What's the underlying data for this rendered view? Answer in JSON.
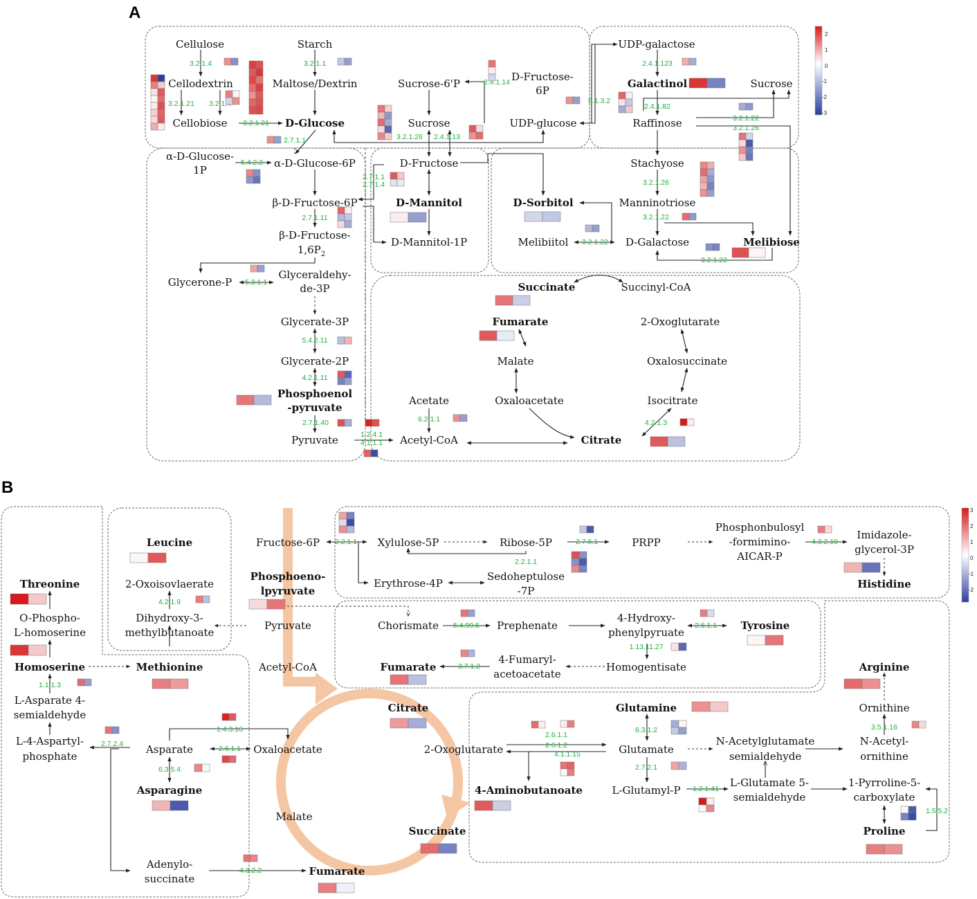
{
  "panels": {
    "a": "A",
    "b": "B"
  },
  "palette": {
    "red": "#d7191c",
    "white": "#ffffff",
    "blue": "#2c3ea0",
    "tca_ring": "#f5c6a3",
    "enzyme_green": "#1fae3c"
  },
  "legend_a": {
    "ticks": [
      "2",
      "1",
      "0",
      "-1",
      "-2",
      "-3"
    ]
  },
  "legend_b": {
    "ticks": [
      "3",
      "2",
      "1",
      "0",
      "-1",
      "-2"
    ]
  },
  "metabolites_a": {
    "cellulose": "Cellulose",
    "starch": "Starch",
    "cellodextrin": "Cellodextrin",
    "maltose": "Maltose/Dextrin",
    "sucrose6p": "Sucrose-6'P",
    "dfructose6p_1": "D-Fructose-",
    "dfructose6p_2": "6P",
    "udpgal": "UDP-galactose",
    "galactinol": "Galactinol",
    "sucrose_r": "Sucrose",
    "cellobiose": "Cellobiose",
    "dglucose": "D-Glucose",
    "sucrose": "Sucrose",
    "udpglc": "UDP-glucose",
    "raffinose": "Raffinose",
    "adglc1p_1": "α-D-Glucose-",
    "adglc1p_2": "1P",
    "adglc6p": "α-D-Glucose-6P",
    "dfructose": "D-Fructose",
    "stachyose": "Stachyose",
    "bdfru6p": "β-D-Fructose-6P",
    "dmannitol": "D-Mannitol",
    "dsorbitol": "D-Sorbitol",
    "manninotriose": "Manninotriose",
    "bdfru16p_1": "β-D-Fructose-",
    "bdfru16p_2": "1,6P",
    "bdfru16p_sub": "2",
    "dmannitol1p": "D-Mannitol-1P",
    "melibiitol": "Melibiitol",
    "dgalactose": "D-Galactose",
    "melibiose": "Melibiose",
    "glycerone": "Glycerone-P",
    "g3p_1": "Glyceraldehy-",
    "g3p_2": "de-3P",
    "succinate": "Succinate",
    "succinylcoa": "Succinyl-CoA",
    "glycerate3p": "Glycerate-3P",
    "fumarate": "Fumarate",
    "oxoglutarate": "2-Oxoglutarate",
    "glycerate2p": "Glycerate-2P",
    "malate": "Malate",
    "oxalosuccinate": "Oxalosuccinate",
    "pep_1": "Phosphoenol",
    "pep_2": "-pyruvate",
    "acetate": "Acetate",
    "oxaloacetate": "Oxaloacetate",
    "isocitrate": "Isocitrate",
    "pyruvate": "Pyruvate",
    "acetylcoa": "Acetyl-CoA",
    "citrate": "Citrate"
  },
  "enzymes_a": {
    "e1": "3.2.1.4",
    "e2": "3.2.1.1",
    "e3": "2.4.1.14",
    "e4": "2.4.1.123",
    "e5": "3.2.1.21",
    "e6": "3.2.1.4",
    "e7": "3.2.1.21",
    "e8": "5.1.3.2",
    "e9": "2.4.1.82",
    "e10": "3.2.1.26",
    "e11": "2.4.1.13",
    "e12": "3.2.1.22",
    "e13": "3.2.1.26",
    "e14": "2.7.1.1",
    "e15": "5.4.2.2",
    "e16": "2.7.1.1",
    "e17": "2.7.1.4",
    "e18": "3.2.1.26",
    "e19": "2.7.1.11",
    "e20": "3.2.1.22",
    "e21": "3.2.1.22",
    "e22": "3.2.1.22",
    "e23": "5.3.1.1",
    "e24": "5.4.2.11",
    "e25": "4.2.1.11",
    "e26": "6.2.1.1",
    "e27": "4.2.1.3",
    "e28": "2.7.1.40",
    "e29": "1.2.4.1",
    "e30": "4.1.1.1"
  },
  "metabolites_b": {
    "fructose6p": "Fructose-6P",
    "xylulose5p": "Xylulose-5P",
    "ribose5p": "Ribose-5P",
    "prpp": "PRPP",
    "phosph_1": "Phosphonbulosyl",
    "phosph_2": "-formimino-",
    "phosph_3": "AICAR-P",
    "imid_1": "Imidazole-",
    "imid_2": "glycerol-3P",
    "leucine": "Leucine",
    "threonine": "Threonine",
    "pep_1": "Phosphoeno-",
    "pep_2": "lpyruvate",
    "erythrose4p": "Erythrose-4P",
    "sedo_1": "Sedoheptulose",
    "sedo_2": "-7P",
    "histidine": "Histidine",
    "oxoiso": "2-Oxoisovlaerate",
    "ophos_1": "O-Phospho-",
    "ophos_2": "L-homoserine",
    "dihy_1": "Dihydroxy-3-",
    "dihy_2": "methylbutanoate",
    "pyruvate": "Pyruvate",
    "chorismate": "Chorismate",
    "prephenate": "Prephenate",
    "hppyr_1": "4-Hydroxy-",
    "hppyr_2": "phenylpyruate",
    "tyrosine": "Tyrosine",
    "homoserine": "Homoserine",
    "methionine": "Methionine",
    "acetylcoa": "Acetyl-CoA",
    "fumarate_t": "Fumarate",
    "fumaryl_1": "4-Fumaryl-",
    "fumaryl_2": "acetoacetate",
    "homogentisate": "Homogentisate",
    "arginine": "Arginine",
    "lasp_1": "L-Asparate 4-",
    "lasp_2": "semialdehyde",
    "citrate": "Citrate",
    "glutamine": "Glutamine",
    "ornithine": "Ornithine",
    "l4asp_1": "L-4-Aspartyl-",
    "l4asp_2": "phosphate",
    "nag_1": "N-Acetylglutamate",
    "nag_2": "semialdehyde",
    "naorn_1": "N-Acetyl-",
    "naorn_2": "ornithine",
    "asparate": "Asparate",
    "oxaloacetate": "Oxaloacetate",
    "oxoglutarate": "2-Oxoglutarate",
    "glutamate": "Glutamate",
    "asparagine": "Asparagine",
    "aminobut": "4-Aminobutanoate",
    "lglutp": "L-Glutamyl-P",
    "lglu5_1": "L-Glutamate 5-",
    "lglu5_2": "semialdehyde",
    "p5c_1": "1-Pyrroline-5-",
    "p5c_2": "carboxylate",
    "malate": "Malate",
    "succinate": "Succinate",
    "proline": "Proline",
    "adeno_1": "Adenylo-",
    "adeno_2": "succinate",
    "fumarate": "Fumarate"
  },
  "enzymes_b": {
    "e1": "2.2.1.1",
    "e2": "2.7.6.1",
    "e3": "4.3.2.10",
    "e4": "2.2.1.1",
    "e5": "4.2.1.9",
    "e6": "5.4.99.5",
    "e7": "2.6.1.1",
    "e8": "1.13.11.27",
    "e9": "3.7.1.2",
    "e10": "1.1.1.3",
    "e11": "1.4.3.16",
    "e12": "6.3.1.2",
    "e13": "3.5.1.16",
    "e14": "2.7.2.4",
    "e15": "2.6.1.1",
    "e16": "2.6.1.1",
    "e17": "2.6.1.2",
    "e18": "4.1.1.15",
    "e19": "6.3.5.4",
    "e20": "2.7.2.1",
    "e21": "1.2.1.41",
    "e22": "1.5.5.2",
    "e23": "4.3.2.2"
  },
  "heatmap_cells": {
    "note": "cell values on diverging scale (red positive, blue negative)",
    "a": [
      {
        "id": "h1",
        "grid": [
          [
            1.2,
            -1.6
          ]
        ]
      },
      {
        "id": "h2",
        "grid": [
          [
            -0.8,
            -1.4
          ]
        ]
      },
      {
        "id": "h3",
        "grid": [
          [
            1.5
          ],
          [
            0.2
          ],
          [
            -0.6
          ]
        ]
      },
      {
        "id": "h4",
        "grid": [
          [
            2.2,
            -2.8
          ],
          [
            1.4,
            0.6
          ],
          [
            0.3,
            1.8
          ],
          [
            0.1,
            1.6
          ],
          [
            0.2,
            1.9
          ],
          [
            0.5,
            1.7
          ],
          [
            0.4,
            1.8
          ],
          [
            0.9,
            0.2
          ]
        ]
      },
      {
        "id": "h5",
        "grid": [
          [
            2.1,
            1.9
          ],
          [
            1.8,
            2.2
          ],
          [
            2.0,
            1.5
          ],
          [
            1.6,
            2.1
          ],
          [
            1.2,
            1.8
          ],
          [
            1.7,
            1.9
          ],
          [
            1.9,
            2.0
          ]
        ]
      },
      {
        "id": "h6",
        "grid": [
          [
            0.9,
            -1.2
          ]
        ]
      },
      {
        "id": "h7",
        "grid": [
          [
            1.4,
            0.1
          ],
          [
            -0.6,
            1.2
          ]
        ]
      },
      {
        "id": "h8",
        "grid": [
          [
            2.2,
            -1.8
          ]
        ]
      },
      {
        "id": "h9",
        "grid": [
          [
            1.0,
            0.0
          ]
        ]
      },
      {
        "id": "h10",
        "grid": [
          [
            1.6,
            0.1
          ]
        ]
      },
      {
        "id": "h11",
        "grid": [
          [
            1.2,
            -1.4
          ]
        ]
      },
      {
        "id": "h12",
        "grid": [
          [
            1.5,
            0.5
          ],
          [
            0.8,
            -1.5
          ],
          [
            1.6,
            -1.2
          ],
          [
            0.4,
            -2.2
          ],
          [
            1.3,
            0.6
          ]
        ]
      },
      {
        "id": "h13",
        "grid": [
          [
            1.8,
            0.4
          ],
          [
            1.2,
            1.6
          ]
        ]
      },
      {
        "id": "h14",
        "grid": [
          [
            1.7,
            0.2
          ],
          [
            0.3,
            -0.8
          ],
          [
            -1.2,
            0.6
          ]
        ]
      },
      {
        "id": "h15",
        "grid": [
          [
            -1.2,
            -1.5
          ]
        ]
      },
      {
        "id": "h16",
        "grid": [
          [
            1.5,
            -0.6
          ],
          [
            0.4,
            -2.4
          ],
          [
            1.2,
            -1.8
          ],
          [
            0.6,
            -2.0
          ]
        ]
      },
      {
        "id": "h17",
        "grid": [
          [
            1.2,
            -1.4
          ]
        ]
      },
      {
        "id": "h18",
        "grid": [
          [
            1.3,
            -1.6
          ],
          [
            -1.5,
            -2.0
          ]
        ]
      },
      {
        "id": "h19",
        "grid": [
          [
            1.8,
            0.6
          ],
          [
            -0.4,
            -0.3
          ]
        ]
      },
      {
        "id": "h20",
        "grid": [
          [
            1.3,
            0.9
          ],
          [
            1.6,
            -1.2
          ],
          [
            1.0,
            -1.5
          ],
          [
            0.8,
            -1.8
          ],
          [
            1.2,
            -1.4
          ]
        ]
      },
      {
        "id": "h21",
        "grid": [
          [
            0.2,
            -1.4
          ]
        ]
      },
      {
        "id": "h22",
        "grid": [
          [
            -0.6,
            -0.8
          ]
        ]
      },
      {
        "id": "h23",
        "grid": [
          [
            1.6,
            -1.5
          ]
        ]
      },
      {
        "id": "h24",
        "grid": [
          [
            1.7,
            0.2
          ],
          [
            -1.0,
            -0.8
          ],
          [
            0.4,
            -1.2
          ]
        ]
      },
      {
        "id": "h25",
        "grid": [
          [
            -1.0,
            -1.4
          ]
        ]
      },
      {
        "id": "h26",
        "grid": [
          [
            -1.6,
            -1.8
          ]
        ]
      },
      {
        "id": "h27",
        "grid": [
          [
            1.9,
            0.1
          ]
        ]
      },
      {
        "id": "h28",
        "grid": [
          [
            1.0,
            -1.4
          ]
        ]
      },
      {
        "id": "h29",
        "grid": [
          [
            1.5,
            -0.7
          ]
        ]
      },
      {
        "id": "h30",
        "grid": [
          [
            1.8,
            -0.3
          ]
        ]
      },
      {
        "id": "h31",
        "grid": [
          [
            1.6,
            -0.9
          ]
        ]
      },
      {
        "id": "h32",
        "grid": [
          [
            1.2,
            -1.0
          ]
        ]
      },
      {
        "id": "h33",
        "grid": [
          [
            -0.9,
            0.8
          ]
        ]
      },
      {
        "id": "h34",
        "grid": [
          [
            1.8,
            -2.2
          ],
          [
            -1.8,
            -1.4
          ]
        ]
      },
      {
        "id": "h35",
        "grid": [
          [
            1.5,
            -1.0
          ]
        ]
      },
      {
        "id": "h36",
        "grid": [
          [
            1.2,
            -1.4
          ]
        ]
      },
      {
        "id": "h37",
        "grid": [
          [
            1.9,
            -1.2
          ]
        ]
      },
      {
        "id": "h38",
        "grid": [
          [
            2.4,
            1.9
          ]
        ]
      },
      {
        "id": "h39",
        "grid": [
          [
            1.7,
            -2.6
          ]
        ]
      },
      {
        "id": "h40",
        "grid": [
          [
            2.5,
            0.2
          ]
        ]
      },
      {
        "id": "h41",
        "grid": [
          [
            1.8,
            -0.9
          ]
        ]
      }
    ],
    "b": [
      {
        "id": "k1",
        "grid": [
          [
            1.0,
            -1.8
          ],
          [
            -0.5,
            -2.6
          ],
          [
            1.2,
            -1.0
          ]
        ]
      },
      {
        "id": "k2",
        "grid": [
          [
            -0.8,
            -2.4
          ]
        ]
      },
      {
        "id": "k3",
        "grid": [
          [
            1.4,
            0.4
          ]
        ]
      },
      {
        "id": "k4",
        "grid": [
          [
            0.1,
            1.8
          ]
        ]
      },
      {
        "id": "k5",
        "grid": [
          [
            2.5,
            0.6
          ]
        ]
      },
      {
        "id": "k6",
        "grid": [
          [
            0.8,
            -2.0
          ]
        ]
      },
      {
        "id": "k7",
        "grid": [
          [
            1.9,
            -1.6
          ],
          [
            -1.6,
            -2.4
          ],
          [
            1.3,
            -1.8
          ]
        ]
      },
      {
        "id": "k8",
        "grid": [
          [
            1.4,
            -0.9
          ]
        ]
      },
      {
        "id": "k9",
        "grid": [
          [
            -0.9,
            1.7
          ]
        ]
      },
      {
        "id": "k10",
        "grid": [
          [
            0.4,
            1.5
          ]
        ]
      },
      {
        "id": "k11",
        "grid": [
          [
            1.5,
            -1.4
          ]
        ]
      },
      {
        "id": "k12",
        "grid": [
          [
            1.4,
            -0.5
          ]
        ]
      },
      {
        "id": "k13",
        "grid": [
          [
            0.1,
            1.5
          ]
        ]
      },
      {
        "id": "k14",
        "grid": [
          [
            0.3,
            -2.2
          ]
        ]
      },
      {
        "id": "k15",
        "grid": [
          [
            1.3,
            -1.1
          ]
        ]
      },
      {
        "id": "k16",
        "grid": [
          [
            2.2,
            0.6
          ]
        ]
      },
      {
        "id": "k17",
        "grid": [
          [
            1.5,
            -0.9
          ]
        ]
      },
      {
        "id": "k18",
        "grid": [
          [
            1.4,
            1.1
          ]
        ]
      },
      {
        "id": "k19",
        "grid": [
          [
            -1.8,
            -0.4
          ]
        ]
      },
      {
        "id": "k20",
        "grid": [
          [
            1.6,
            1.2
          ]
        ]
      },
      {
        "id": "k21",
        "grid": [
          [
            1.6,
            -1.4
          ]
        ]
      },
      {
        "id": "k22",
        "grid": [
          [
            0.8,
            1.4
          ]
        ]
      },
      {
        "id": "k23",
        "grid": [
          [
            1.1,
            -1.2
          ]
        ]
      },
      {
        "id": "k24",
        "grid": [
          [
            1.2,
            0.6
          ]
        ]
      },
      {
        "id": "k25",
        "grid": [
          [
            -1.2,
            0.1
          ],
          [
            -0.8,
            -1.4
          ]
        ]
      },
      {
        "id": "k26",
        "grid": [
          [
            1.3,
            0.4
          ]
        ]
      },
      {
        "id": "k27",
        "grid": [
          [
            1.6,
            0.2
          ]
        ]
      },
      {
        "id": "k28",
        "grid": [
          [
            0.2,
            1.4
          ]
        ]
      },
      {
        "id": "k29",
        "grid": [
          [
            1.5,
            -1.6
          ]
        ]
      },
      {
        "id": "k30",
        "grid": [
          [
            2.4,
            1.8
          ]
        ]
      },
      {
        "id": "k31",
        "grid": [
          [
            2.0,
            1.6
          ]
        ]
      },
      {
        "id": "k32",
        "grid": [
          [
            1.3,
            0.1
          ]
        ]
      },
      {
        "id": "k33",
        "grid": [
          [
            1.5,
            1.7
          ],
          [
            0.1,
            1.4
          ]
        ]
      },
      {
        "id": "k34",
        "grid": [
          [
            1.0,
            -1.1
          ]
        ]
      },
      {
        "id": "k35",
        "grid": [
          [
            0.8,
            -2.4
          ]
        ]
      },
      {
        "id": "k36",
        "grid": [
          [
            1.8,
            -0.7
          ]
        ]
      },
      {
        "id": "k37",
        "grid": [
          [
            1.3,
            1.1
          ]
        ]
      },
      {
        "id": "k38",
        "grid": [
          [
            2.6,
            0.2
          ],
          [
            0.1,
            1.3
          ]
        ]
      },
      {
        "id": "k39",
        "grid": [
          [
            1.6,
            -1.8
          ]
        ]
      },
      {
        "id": "k40",
        "grid": [
          [
            0.1,
            -2.4
          ],
          [
            -1.8,
            -2.6
          ]
        ]
      },
      {
        "id": "k41",
        "grid": [
          [
            1.4,
            1.2
          ]
        ]
      },
      {
        "id": "k42",
        "grid": [
          [
            1.5,
            1.3
          ]
        ]
      },
      {
        "id": "k43",
        "grid": [
          [
            1.4,
            -0.2
          ]
        ]
      }
    ]
  }
}
